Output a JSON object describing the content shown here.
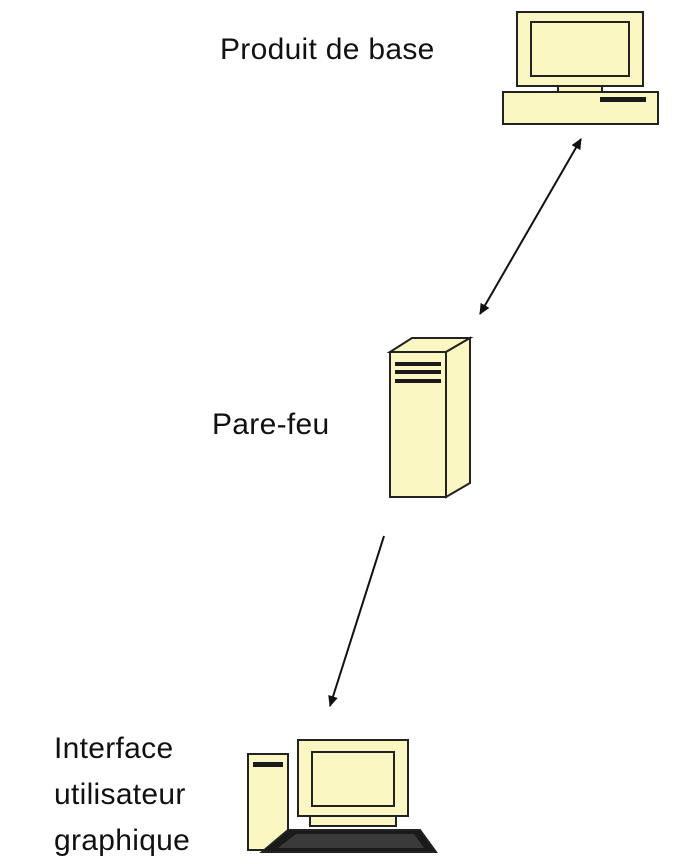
{
  "colors": {
    "device_fill": "#FBF7C3",
    "device_stroke": "#222222",
    "screen_inner": "#FBF7C3",
    "keyboard": "#1a1a1a",
    "arrow": "#111111"
  },
  "nodes": {
    "base_product": {
      "label": "Produit de base",
      "icon": "desktop-computer-icon"
    },
    "firewall": {
      "label": "Pare-feu",
      "icon": "server-tower-icon"
    },
    "gui": {
      "label_lines": [
        "Interface",
        "utilisateur",
        "graphique"
      ],
      "icon": "workstation-computer-icon"
    }
  },
  "edges": [
    {
      "from": "base_product",
      "to": "firewall",
      "direction": "bidirectional"
    },
    {
      "from": "firewall",
      "to": "gui",
      "direction": "to-target"
    }
  ]
}
